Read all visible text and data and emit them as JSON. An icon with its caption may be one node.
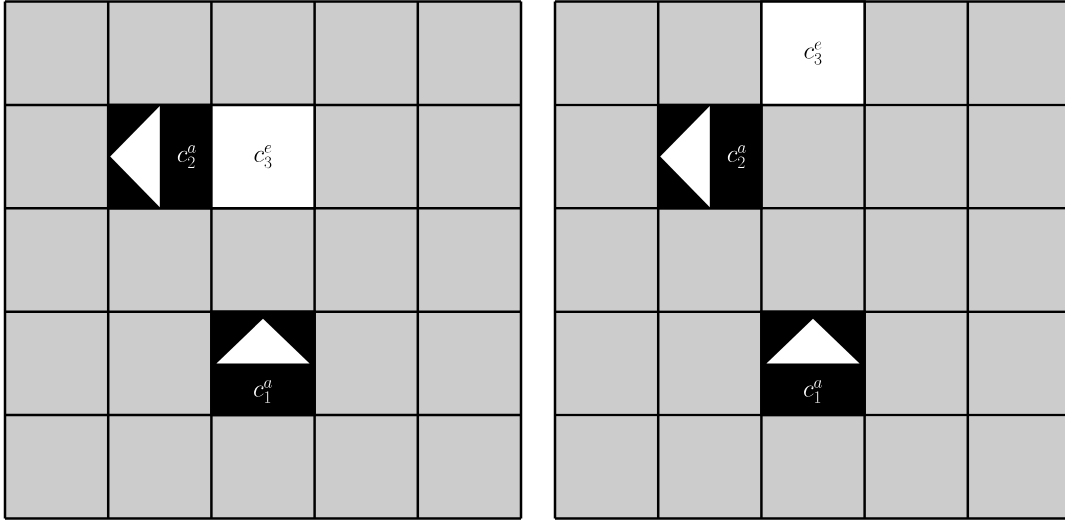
{
  "diagram": {
    "nodes": [
      {
        "text": [
          "c_{2}^{a}"
        ]
      },
      {
        "text": [
          "c_{3}^{e}"
        ]
      },
      {
        "text": [
          "c_{1}^{a}"
        ]
      },
      {
        "text": [
          "c_{3}^{e}"
        ]
      },
      {
        "text": [
          "c_{2}^{a}"
        ]
      },
      {
        "text": [
          "c_{1}^{a}"
        ]
      }
    ]
  }
}
